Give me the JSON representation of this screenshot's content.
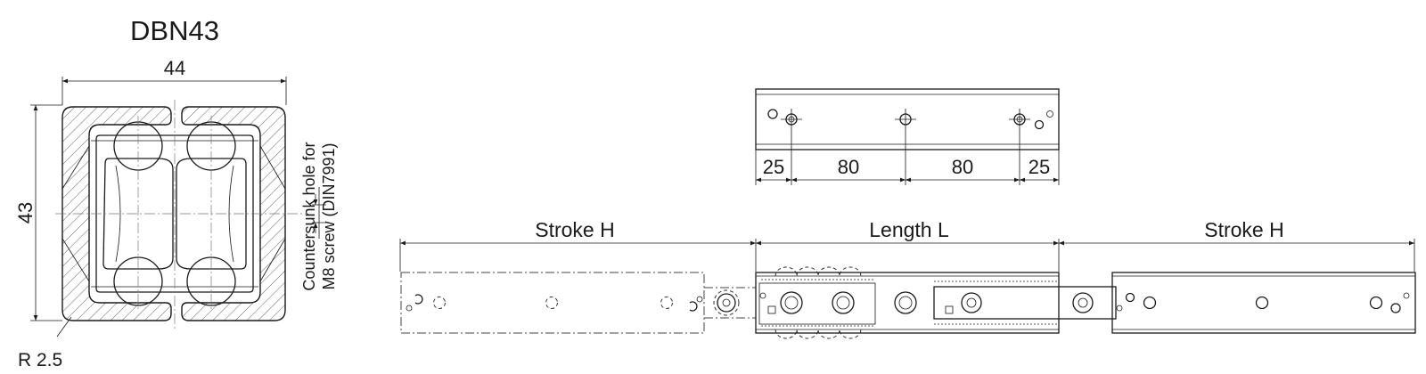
{
  "cross_section": {
    "model": "DBN43",
    "width": "44",
    "height": "43",
    "radius": "R 2.5",
    "note_line1": "Countersunk hole for",
    "note_line2": "M8 screw (DIN7991)"
  },
  "top_view": {
    "dim_edge_left": "25",
    "dim_pitch_1": "80",
    "dim_pitch_2": "80",
    "dim_edge_right": "25"
  },
  "side_view": {
    "stroke_left": "Stroke H",
    "length": "Length L",
    "stroke_right": "Stroke H"
  }
}
